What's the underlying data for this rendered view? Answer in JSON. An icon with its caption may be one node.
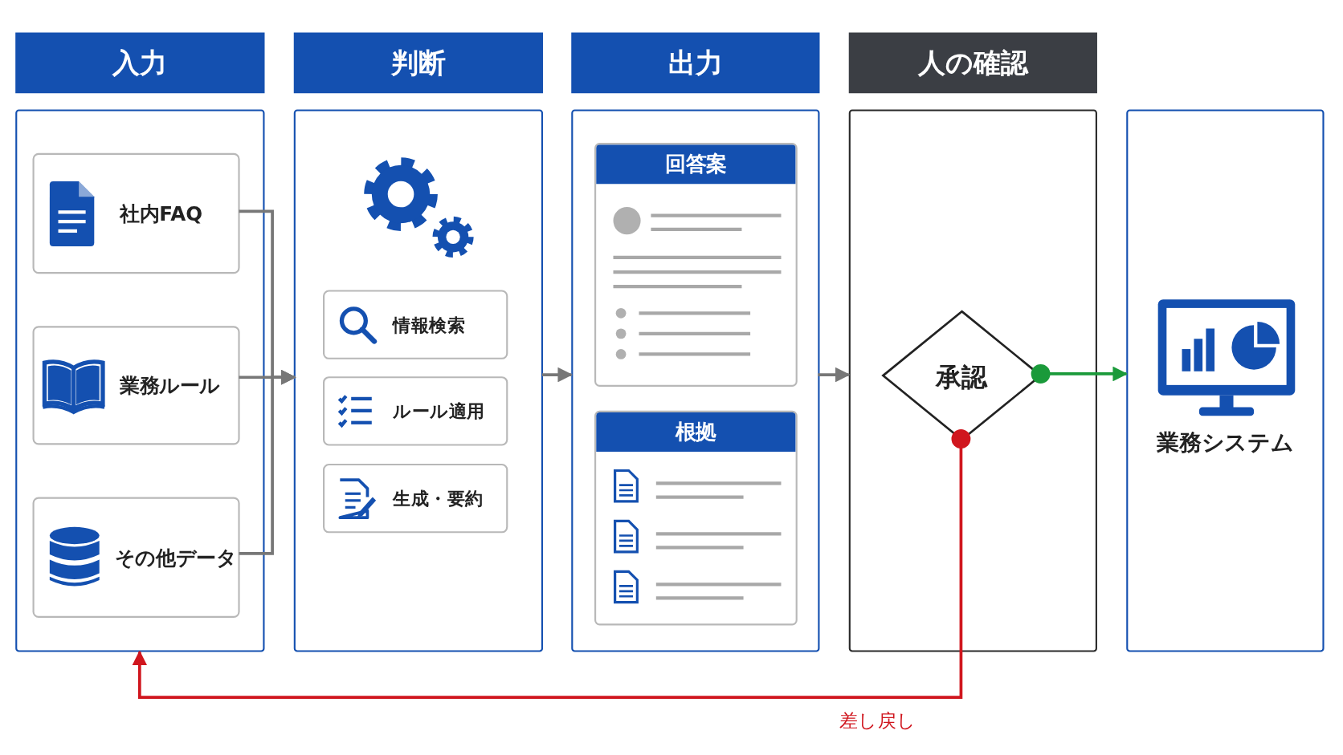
{
  "diagram": {
    "nodes": [
      {
        "text": [
          "入力"
        ]
      },
      {
        "text": [
          "社内FAQ"
        ],
        "in": 0
      },
      {
        "text": [
          "業務ルール"
        ],
        "in": 0
      },
      {
        "text": [
          "その他データ"
        ],
        "in": 0
      },
      {
        "text": [
          "判断"
        ]
      },
      {
        "text": [
          "情報検索"
        ],
        "in": 4
      },
      {
        "text": [
          "ルール適用"
        ],
        "in": 4
      },
      {
        "text": [
          "生成・要約"
        ],
        "in": 4
      },
      {
        "text": [
          "出力"
        ]
      },
      {
        "text": [
          "回答案"
        ],
        "in": 8
      },
      {
        "text": [
          "根拠"
        ],
        "in": 8
      },
      {
        "text": [
          "人の確認"
        ]
      },
      {
        "text": [
          "承認"
        ],
        "in": 11
      },
      {
        "text": [
          "業務システム"
        ]
      }
    ],
    "edges": [
      {
        "from": 1,
        "to": 4,
        "arrow": "to"
      },
      {
        "from": 2,
        "to": 4,
        "arrow": "to"
      },
      {
        "from": 3,
        "to": 4,
        "arrow": "to"
      },
      {
        "from": 4,
        "to": 8,
        "arrow": "to"
      },
      {
        "from": 8,
        "to": 11,
        "arrow": "to"
      },
      {
        "from": 12,
        "to": 13,
        "arrow": "to",
        "color": "#1a9a3a"
      },
      {
        "from": 12,
        "to": 0,
        "arrow": "to",
        "color": "#d0161e",
        "label": "差し戻し"
      }
    ]
  }
}
